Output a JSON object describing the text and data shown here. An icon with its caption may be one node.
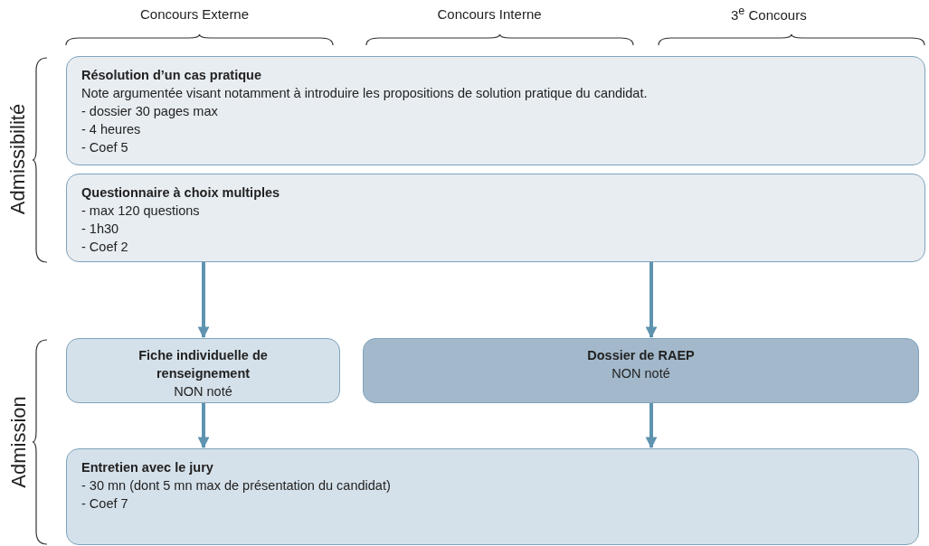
{
  "diagram": {
    "nodes": [
      {
        "text": [
          "Résolution d’un cas pratique",
          "Note argumentée visant notamment à introduire les propositions de solution pratique du candidat.",
          "- dossier 30 pages max",
          "- 4 heures",
          "- Coef 5"
        ]
      },
      {
        "text": [
          "Questionnaire à choix multiples",
          "- max 120 questions",
          "- 1h30",
          "- Coef 2"
        ]
      },
      {
        "text": [
          "Fiche individuelle de renseignement",
          "NON noté"
        ]
      },
      {
        "text": [
          "Dossier de RAEP",
          "NON noté"
        ]
      },
      {
        "text": [
          "Entretien avec le jury",
          "- 30 mn (dont 5 mn max de présentation du candidat)",
          "- Coef 7"
        ]
      }
    ],
    "edges": [
      {
        "from": 1,
        "to": 2,
        "arrow": "to"
      },
      {
        "from": 1,
        "to": 3,
        "arrow": "to"
      },
      {
        "from": 2,
        "to": 4,
        "arrow": "to"
      },
      {
        "from": 3,
        "to": 4,
        "arrow": "to"
      }
    ],
    "labels": [
      "Concours Externe",
      "Concours Interne",
      "3$^{e}$ Concours",
      "Admissibilité",
      "Admission"
    ]
  }
}
